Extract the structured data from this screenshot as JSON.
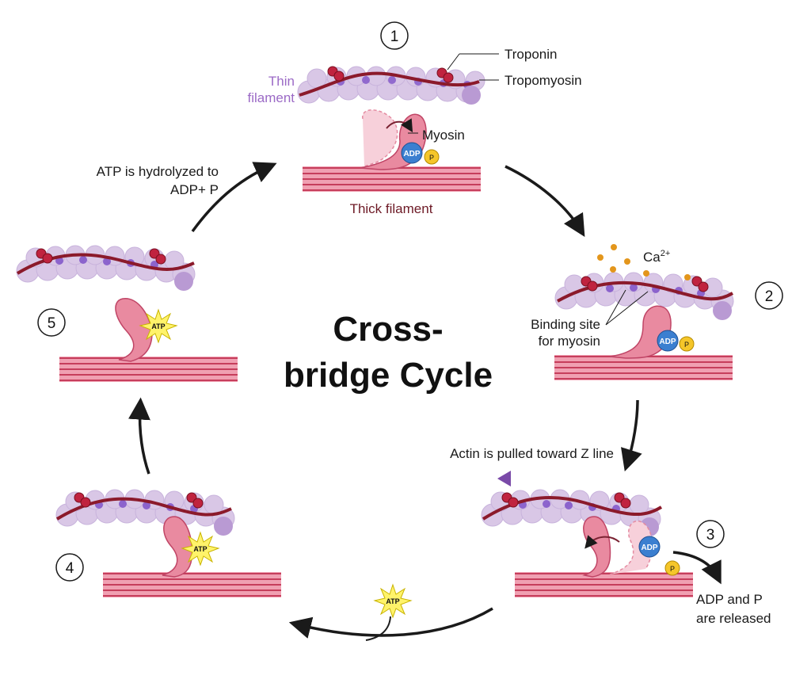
{
  "title": {
    "line1": "Cross-",
    "line2": "bridge Cycle"
  },
  "steps": {
    "s1": "1",
    "s2": "2",
    "s3": "3",
    "s4": "4",
    "s5": "5"
  },
  "labels": {
    "troponin": "Troponin",
    "tropomyosin": "Tropomyosin",
    "thin_filament_1": "Thin",
    "thin_filament_2": "filament",
    "myosin": "Myosin",
    "thick_filament": "Thick filament",
    "hydrolyzed_1": "ATP is hydrolyzed to",
    "hydrolyzed_2": "ADP+ P",
    "calcium": "Ca",
    "calcium_sup": "2+",
    "binding_1": "Binding site",
    "binding_2": "for myosin",
    "actin_pulled": "Actin is pulled toward Z line",
    "released_1": "ADP and P",
    "released_2": "are released"
  },
  "molecules": {
    "adp": "ADP",
    "p": "P",
    "atp": "ATP"
  },
  "colors": {
    "actin_light": "#d9c7e6",
    "actin_dark": "#b99ad3",
    "actin_site": "#5a2db8",
    "tropomyosin": "#8b1a2b",
    "troponin": "#c0233f",
    "thick": "#d9627a",
    "myosin_head": "#e98aa0",
    "adp": "#3b7fd0",
    "phosphate": "#f5c62a",
    "atp": "#fff36a",
    "calcium": "#e3961c",
    "arrow": "#1a1a1a",
    "thin_label": "#9b6ac6",
    "thick_label": "#6d1a26"
  }
}
